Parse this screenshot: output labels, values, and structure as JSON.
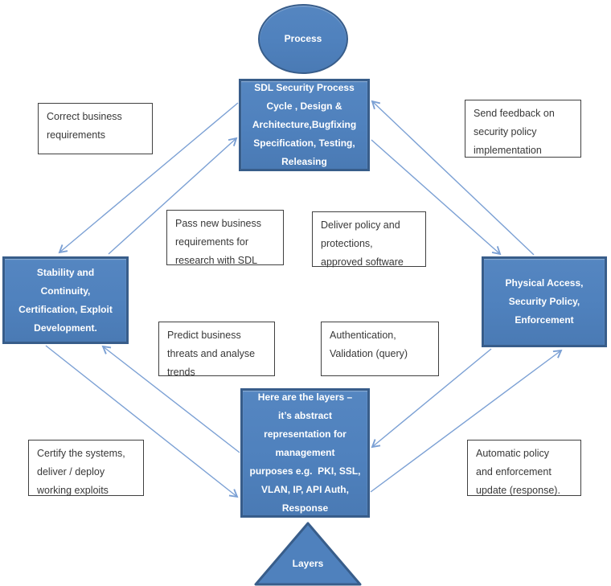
{
  "colors": {
    "node_fill": "#4f81bd",
    "node_border": "#385d8a",
    "node_text": "#ffffff",
    "arrow": "#7ba0d4",
    "note_border": "#404040",
    "note_text": "#383838",
    "background": "#ffffff"
  },
  "diagram": {
    "process_terminal": {
      "label": "Process"
    },
    "layers_terminal": {
      "label": "Layers"
    },
    "nodes": {
      "sdl": {
        "text": "SDL Security Process\nCycle , Design &\nArchitecture,Bugfixing\nSpecification, Testing,\nReleasing"
      },
      "stability": {
        "text": "Stability and\nContinuity,\nCertification, Exploit\nDevelopment."
      },
      "physical": {
        "text": "Physical Access,\nSecurity Policy,\nEnforcement"
      },
      "layers": {
        "text": "Here are the layers –\nit’s abstract\nrepresentation for\nmanagement\npurposes e.g.  PKI, SSL,\nVLAN, IP, API Auth,\nResponse"
      }
    },
    "notes": {
      "correct_business": {
        "text": "Correct business\nrequirements"
      },
      "send_feedback": {
        "text": "Send feedback on\nsecurity policy\nimplementation"
      },
      "pass_new": {
        "text": "Pass new business\nrequirements for\nresearch with SDL"
      },
      "deliver_policy": {
        "text": "Deliver policy and\nprotections,\napproved software"
      },
      "predict_business": {
        "text": "Predict business\nthreats and analyse\ntrends"
      },
      "authentication": {
        "text": "Authentication,\nValidation (query)"
      },
      "certify_systems": {
        "text": "Certify the systems,\ndeliver / deploy\nworking exploits"
      },
      "automatic_policy": {
        "text": "Automatic policy\nand enforcement\nupdate (response)."
      }
    },
    "connections": [
      {
        "from": "sdl",
        "to": "stability"
      },
      {
        "from": "stability",
        "to": "sdl"
      },
      {
        "from": "physical",
        "to": "sdl"
      },
      {
        "from": "sdl",
        "to": "physical"
      },
      {
        "from": "layers",
        "to": "stability"
      },
      {
        "from": "stability",
        "to": "layers"
      },
      {
        "from": "physical",
        "to": "layers"
      },
      {
        "from": "layers",
        "to": "physical"
      }
    ]
  }
}
